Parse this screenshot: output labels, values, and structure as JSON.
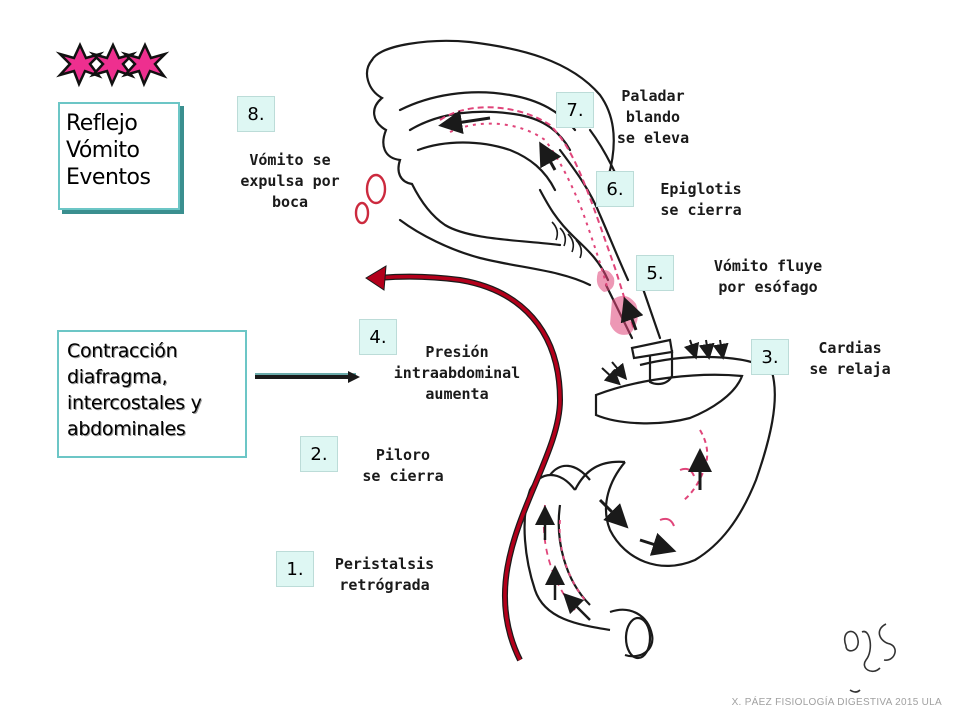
{
  "title_box": {
    "lines": [
      "Reflejo",
      "Vómito",
      "Eventos"
    ]
  },
  "contraction_box": {
    "lines": [
      "Contracción",
      "diafragma,",
      "intercostales y",
      "abdominales"
    ]
  },
  "steps": [
    {
      "num": "1.",
      "label": [
        "Peristalsis",
        "retrógrada"
      ]
    },
    {
      "num": "2.",
      "label": [
        "Piloro",
        "se cierra"
      ]
    },
    {
      "num": "3.",
      "label": [
        "Cardias",
        "se relaja"
      ]
    },
    {
      "num": "4.",
      "label": [
        "Presión",
        "intraabdominal",
        "aumenta"
      ]
    },
    {
      "num": "5.",
      "label": [
        "Vómito fluye",
        "por esófago"
      ]
    },
    {
      "num": "6.",
      "label": [
        "Epiglotis",
        "se cierra"
      ]
    },
    {
      "num": "7.",
      "label": [
        "Paladar",
        "blando",
        "se eleva"
      ]
    },
    {
      "num": "8.",
      "label": [
        "Vómito se",
        "expulsa por",
        "boca"
      ]
    }
  ],
  "footer": "X. PÁEZ  FISIOLOGÍA DIGESTIVA 2015 ULA",
  "colors": {
    "accent_box_border": "#6cc6c6",
    "step_fill": "#def7f3",
    "vomit_pink": "#e0457a",
    "arrow_red": "#b3001b",
    "star_pink": "#ee2f8f"
  },
  "icons": {
    "stars": "asterisk-stars-icon",
    "signature": "handwritten-signature"
  }
}
